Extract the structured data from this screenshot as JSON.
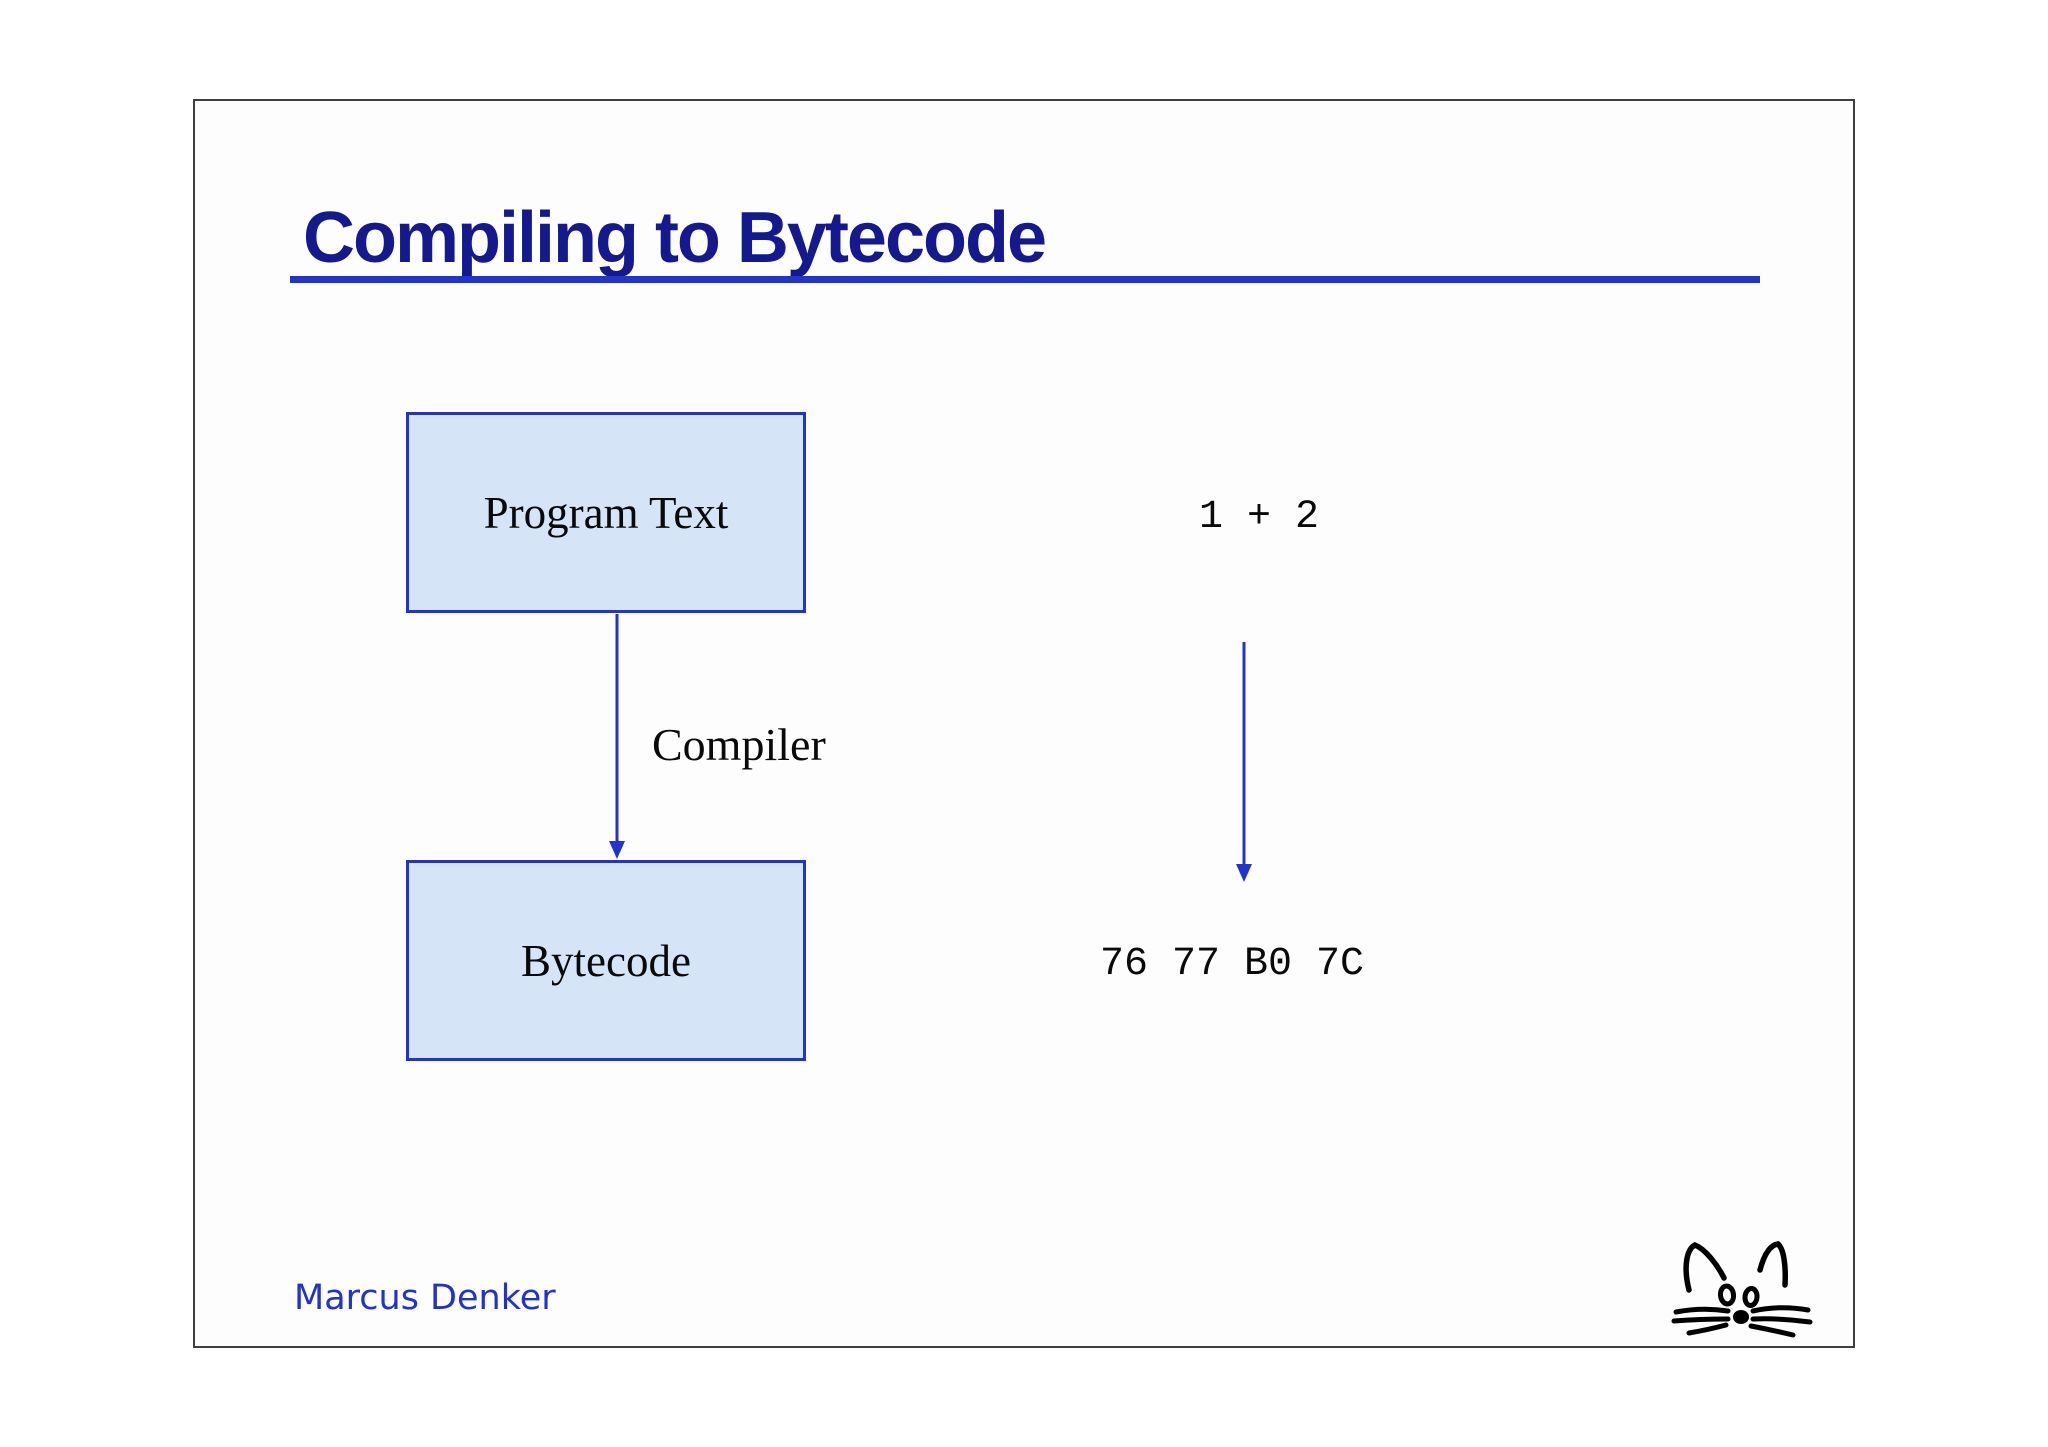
{
  "slide": {
    "title": "Compiling to Bytecode",
    "author": "Marcus Denker",
    "diagram": {
      "source_box_label": "Program Text",
      "target_box_label": "Bytecode",
      "arrow_label": "Compiler",
      "example_source": "1 + 2",
      "example_result": "76 77 B0 7C"
    },
    "icons": {
      "cat_face": "cat-face-icon"
    },
    "colors": {
      "title": "#141a8e",
      "accent_blue": "#2135cc",
      "box_fill": "#d6e4f8",
      "box_border": "#2135cc",
      "author_blue": "#2133c9",
      "frame_border": "#3f3f3f",
      "text": "#0a0a0a"
    }
  }
}
